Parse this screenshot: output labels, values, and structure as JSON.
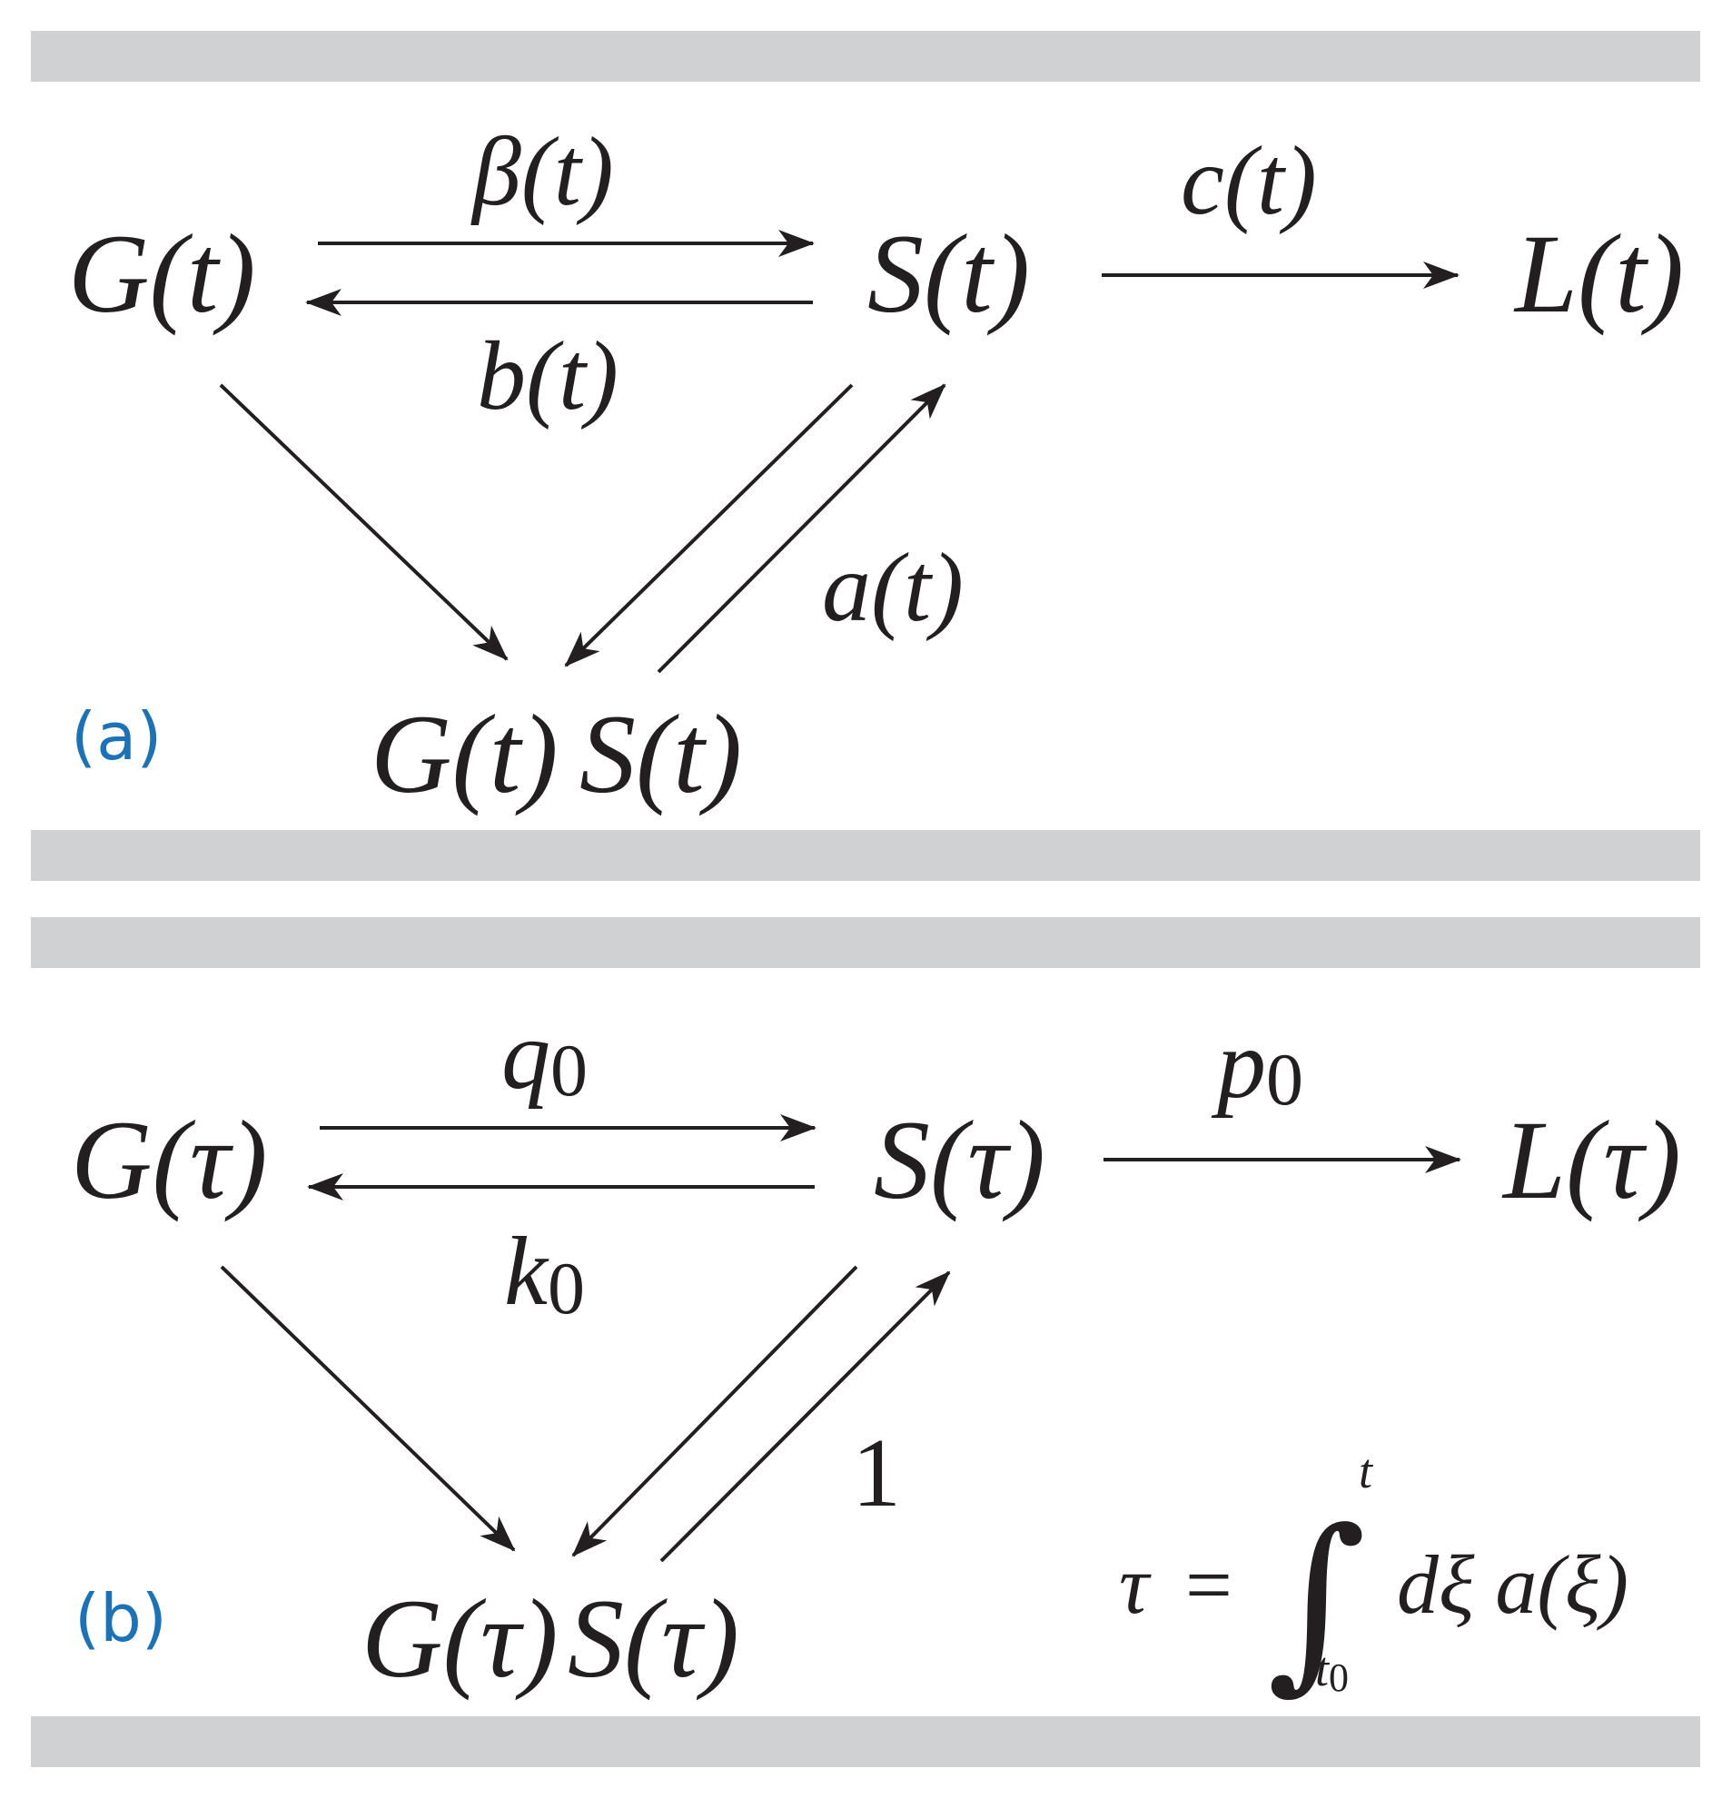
{
  "panel_a": {
    "label": "(a)",
    "nodes": {
      "g": "G(t)",
      "s": "S(t)",
      "l": "L(t)",
      "gs_g": "G(t)",
      "gs_s": "S(t)"
    },
    "rates": {
      "beta": "β(t)",
      "b": "b(t)",
      "c": "c(t)",
      "a": "a(t)"
    }
  },
  "panel_b": {
    "label": "(b)",
    "nodes": {
      "g": "G(τ)",
      "s": "S(τ)",
      "l": "L(τ)",
      "gs_g": "G(τ)",
      "gs_s": "S(τ)"
    },
    "rates": {
      "q_base": "q",
      "q_sub": "0",
      "k_base": "k",
      "k_sub": "0",
      "p_base": "p",
      "p_sub": "0",
      "one": "1"
    },
    "formula": {
      "lhs": "τ",
      "eq": "=",
      "integral": "∫",
      "upper": "t",
      "lower_base": "t",
      "lower_sub": "0",
      "integrand": "dξ a(ξ)"
    }
  },
  "colors": {
    "ink": "#231f20",
    "panel_label": "#1a73b8",
    "separator": "#cfd1d3"
  }
}
